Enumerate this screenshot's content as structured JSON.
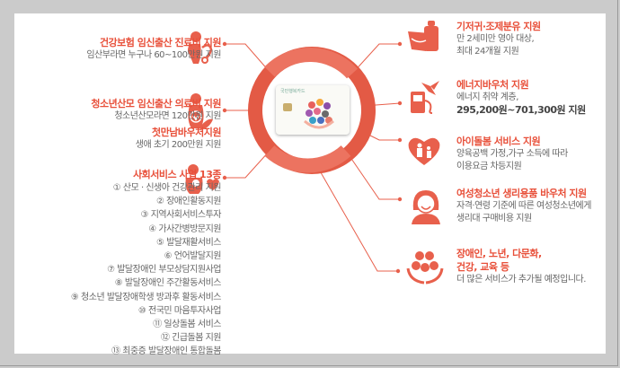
{
  "colors": {
    "accent": "#e8503a",
    "ring": "#e35a45",
    "text": "#666666"
  },
  "center": {
    "card_label": "국민행복카드"
  },
  "left": [
    {
      "title": "건강보험 임신출산 진료비 지원",
      "desc": "임산부라면 누구나 60~100만원 지원",
      "icon": "pregnant-woman-stethoscope-icon"
    },
    {
      "title": "청소년산모 임신출산 의료비 지원",
      "desc": "청소년산모라면 120만원 지원",
      "title2": "첫만남바우처지원",
      "desc2": "생애 초기 200만원 지원",
      "icon": "pregnant-heart-leaf-icon"
    },
    {
      "title": "사회서비스 사업 13종",
      "icon": "mother-baby-heart-icon",
      "items": [
        "① 산모 · 신생아 건강관리 지원",
        "② 장애인활동지원",
        "③ 지역사회서비스투자",
        "④ 가사간병방문지원",
        "⑤ 발달재활서비스",
        "⑥ 언어발달지원",
        "⑦ 발달장애인 부모상담지원사업",
        "⑧ 발달장애인 주간활동서비스",
        "⑨ 청소년 발달장애학생 방과후 활동서비스",
        "⑩ 전국민 마음투자사업",
        "⑪ 일상돌봄 서비스",
        "⑫ 긴급돌봄 지원",
        "⑬ 최중증 발달장애인 통합돌봄"
      ]
    }
  ],
  "right": [
    {
      "title": "기저귀·조제분유 지원",
      "lines": [
        "만 2세미만 영아 대상,",
        "최대 24개월 지원"
      ],
      "icon": "diaper-bottle-icon"
    },
    {
      "title": "에너지바우처 지원",
      "lines": [
        "에너지 취약 계층,"
      ],
      "bold": "295,200원~701,300원 지원",
      "icon": "fuel-pump-windmill-icon"
    },
    {
      "title": "아이돌봄 서비스 지원",
      "lines": [
        "양육공백 가정,가구 소득에 따라",
        "이용요금 차등지원"
      ],
      "icon": "heart-family-icon"
    },
    {
      "title": "여성청소년 생리용품 바우처 지원",
      "lines": [
        "자격·연령 기준에 따른 여성청소년에게",
        "생리대 구매비용 지원"
      ],
      "icon": "girl-face-icon"
    },
    {
      "title": "장애인, 노년, 다문화,",
      "title2": "건강, 교육 등",
      "lines": [
        "더 많은 서비스가 추가될 예정입니다."
      ],
      "icon": "hands-services-icon"
    }
  ]
}
